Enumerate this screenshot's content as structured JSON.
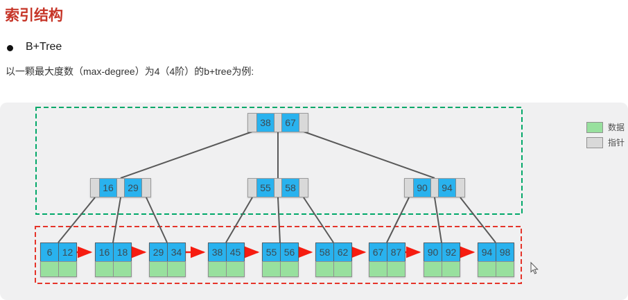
{
  "page": {
    "title": "索引结构",
    "bullet_item": "B+Tree",
    "description": "以一颗最大度数（max-degree）为4（4阶）的b+tree为例:"
  },
  "legend": {
    "items": [
      {
        "label": "数据",
        "color": "#98e09e"
      },
      {
        "label": "指针",
        "color": "#d9d9d9"
      }
    ]
  },
  "colors": {
    "title": "#c63427",
    "key_cell": "#29b2ee",
    "pointer_cell": "#d9d9d9",
    "data_cell": "#98e09e",
    "tree_region_border": "#00a869",
    "leaf_region_border": "#e5342a",
    "leaf_link_arrow": "#f61c10",
    "tree_edge": "#595959",
    "panel_background": "#f0f0f1"
  },
  "tree": {
    "root": {
      "keys": [
        "38",
        "67"
      ]
    },
    "internal_nodes": [
      {
        "keys": [
          "16",
          "29"
        ]
      },
      {
        "keys": [
          "55",
          "58"
        ]
      },
      {
        "keys": [
          "90",
          "94"
        ]
      }
    ],
    "leaf_nodes": [
      {
        "keys": [
          "6",
          "12"
        ]
      },
      {
        "keys": [
          "16",
          "18"
        ]
      },
      {
        "keys": [
          "29",
          "34"
        ]
      },
      {
        "keys": [
          "38",
          "45"
        ]
      },
      {
        "keys": [
          "55",
          "56"
        ]
      },
      {
        "keys": [
          "58",
          "62"
        ]
      },
      {
        "keys": [
          "67",
          "87"
        ]
      },
      {
        "keys": [
          "90",
          "92"
        ]
      },
      {
        "keys": [
          "94",
          "98"
        ]
      }
    ]
  }
}
